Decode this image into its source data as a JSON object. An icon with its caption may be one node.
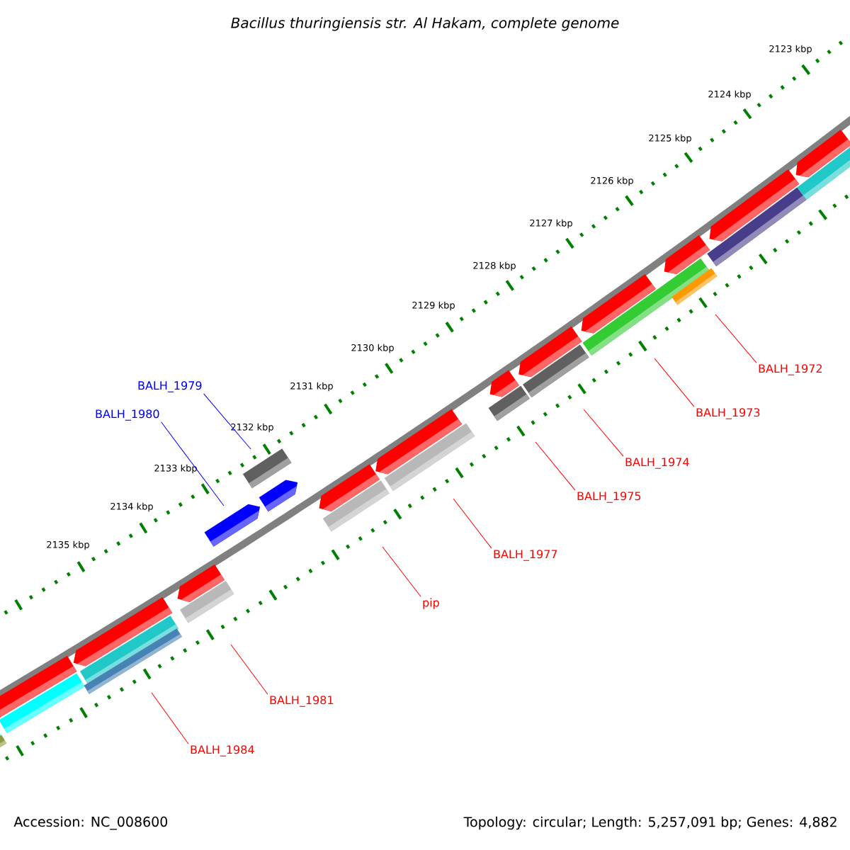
{
  "diagram": {
    "title": "Bacillus thuringiensis str. Al Hakam, complete genome",
    "nodes": [
      {
        "text": [
          "BALH_1972"
        ]
      },
      {
        "text": [
          "BALH_1979"
        ]
      },
      {
        "text": [
          "BALH_1973"
        ]
      },
      {
        "text": [
          "BALH_1980"
        ]
      },
      {
        "text": [
          "BALH_1974"
        ]
      },
      {
        "text": [
          "BALH_1975"
        ]
      },
      {
        "text": [
          "BALH_1977"
        ]
      },
      {
        "text": [
          "pip"
        ]
      },
      {
        "text": [
          "BALH_1981"
        ]
      },
      {
        "text": [
          "BALH_1984"
        ]
      },
      {
        "text": [],
        "shape": "bar"
      },
      {
        "text": [],
        "shape": "bar"
      },
      {
        "text": [],
        "shape": "bar"
      },
      {
        "text": [],
        "shape": "bar"
      },
      {
        "text": [],
        "shape": "bar"
      },
      {
        "text": [],
        "shape": "bar"
      },
      {
        "text": [],
        "shape": "bar"
      },
      {
        "text": [],
        "shape": "bar"
      },
      {
        "text": [],
        "shape": "bar"
      },
      {
        "text": [],
        "shape": "bar"
      }
    ],
    "edges": [
      {
        "from": 0,
        "to": 19,
        "arrow": "none"
      },
      {
        "from": 1,
        "to": 13,
        "arrow": "none",
        "color": "#0000ff"
      },
      {
        "from": 2,
        "to": 18,
        "arrow": "none"
      },
      {
        "from": 3,
        "to": 12,
        "arrow": "none",
        "color": "#0000ff"
      },
      {
        "from": 4,
        "to": 17,
        "arrow": "none"
      },
      {
        "from": 5,
        "to": 16,
        "arrow": "none"
      },
      {
        "from": 6,
        "to": 15,
        "arrow": "none"
      },
      {
        "from": 7,
        "to": 14,
        "arrow": "none"
      },
      {
        "from": 8,
        "to": 11,
        "arrow": "none"
      },
      {
        "from": 9,
        "to": 10,
        "arrow": "none"
      }
    ],
    "labels": [
      "2123 kbp",
      "2124 kbp",
      "2125 kbp",
      "2126 kbp",
      "2127 kbp",
      "2128 kbp",
      "2129 kbp",
      "2130 kbp",
      "2131 kbp",
      "2132 kbp",
      "2133 kbp",
      "2134 kbp",
      "2135 kbp",
      "Accession: NC_008600",
      "Topology: circular; Length: 5,257,091 bp; Genes: 4,882"
    ]
  }
}
